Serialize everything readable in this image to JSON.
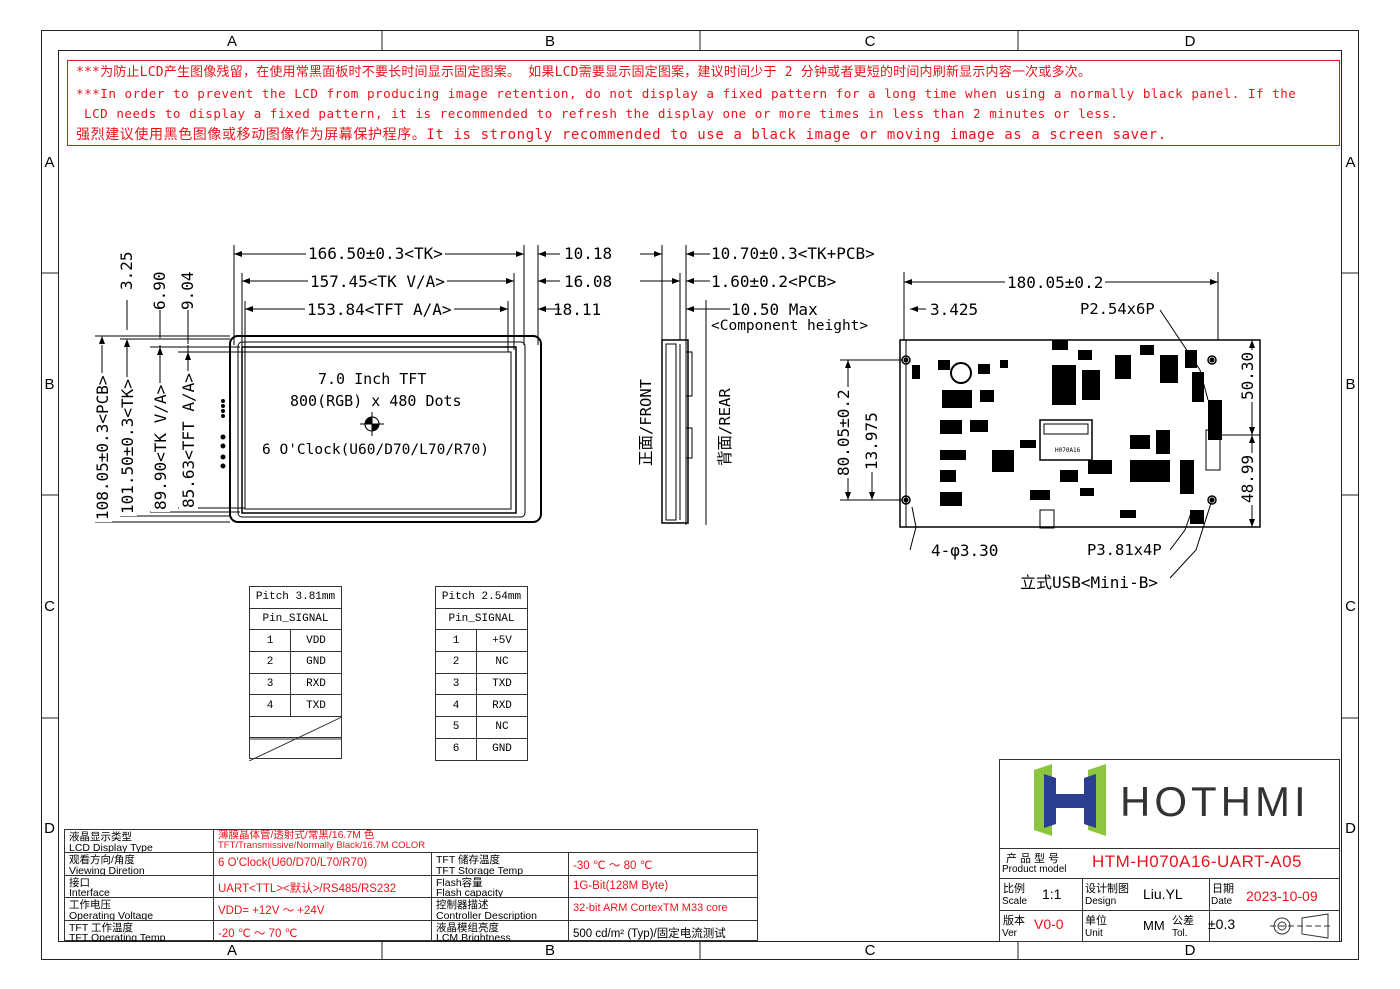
{
  "zones": {
    "columns": [
      "A",
      "B",
      "C",
      "D"
    ],
    "rows": [
      "A",
      "B",
      "C",
      "D"
    ]
  },
  "warning": {
    "line1": "***为防止LCD产生图像残留，在使用常黑面板时不要长时间显示固定图案。 如果LCD需要显示固定图案，建议时间少于 2 分钟或者更短的时间内刷新显示内容一次或多次。",
    "line2": "***In order to prevent the LCD from producing image retention, do not display a fixed pattern for a long time when using a normally black panel. If the",
    "line3": "LCD needs to display a fixed pattern, it is recommended to refresh the display one or more times in less than 2 minutes or less.",
    "line4": "强烈建议使用黑色图像或移动图像作为屏幕保护程序。It is strongly recommended to use a black image or moving image as a screen saver."
  },
  "front_view": {
    "dim_tk": "166.50±0.3<TK>",
    "dim_tk_va": "157.45<TK V/A>",
    "dim_tft_aa": "153.84<TFT A/A>",
    "dim_r1": "10.18",
    "dim_r2": "16.08",
    "dim_r3": "18.11",
    "dim_v1": "3.25",
    "dim_v2": "6.90",
    "dim_v3": "9.04",
    "dim_pcb": "108.05±0.3<PCB>",
    "dim_tk_h": "101.50±0.3<TK>",
    "dim_tk_va_h": "89.90<TK V/A>",
    "dim_tft_aa_h": "85.63<TFT A/A>",
    "screen_line1": "7.0 Inch TFT",
    "screen_line2": "800(RGB) x 480 Dots",
    "screen_line3": "6 O'Clock(U60/D70/L70/R70)"
  },
  "side_view": {
    "dim1": "10.70±0.3<TK+PCB>",
    "dim2": "1.60±0.2<PCB>",
    "dim3": "10.50 Max",
    "dim3b": "<Component height>",
    "front_label": "正面/FRONT",
    "rear_label": "背面/REAR"
  },
  "rear_view": {
    "dim_w": "180.05±0.2",
    "dim_offset": "3.425",
    "conn1": "P2.54x6P",
    "dim_h": "80.05±0.2",
    "dim_h2": "13.975",
    "dim_r1": "50.30",
    "dim_r2": "48.99",
    "holes": "4-φ3.30",
    "conn2": "P3.81x4P",
    "usb": "立式USB<Mini-B>",
    "chip_label": "H070A16"
  },
  "pin_table_1": {
    "header1": "Pitch 3.81mm",
    "header2": "Pin_SIGNAL",
    "rows": [
      [
        "1",
        "VDD"
      ],
      [
        "2",
        "GND"
      ],
      [
        "3",
        "RXD"
      ],
      [
        "4",
        "TXD"
      ]
    ]
  },
  "pin_table_2": {
    "header1": "Pitch 2.54mm",
    "header2": "Pin_SIGNAL",
    "rows": [
      [
        "1",
        "+5V"
      ],
      [
        "2",
        "NC"
      ],
      [
        "3",
        "TXD"
      ],
      [
        "4",
        "RXD"
      ],
      [
        "5",
        "NC"
      ],
      [
        "6",
        "GND"
      ]
    ]
  },
  "info": {
    "r1_cn": "液晶显示类型",
    "r1_en": "LCD Display Type",
    "r1_val1": "薄膜晶体管/透射式/常黑/16.7M 色",
    "r1_val2": "TFT/Transmissive/Normally Black/16.7M COLOR",
    "r2_cn": "观看方向/角度",
    "r2_en": "Viewing Diretion",
    "r2_val": "6 O'Clock(U60/D70/L70/R70)",
    "r2b_cn": "TFT 储存温度",
    "r2b_en": "TFT Storage Temp",
    "r2b_val": "-30 ℃ ～ 80 ℃",
    "r3_cn": "接口",
    "r3_en": "Interface",
    "r3_val": "UART<TTL><默认>/RS485/RS232",
    "r3b_cn": "Flash容量",
    "r3b_en": "Flash capacity",
    "r3b_val": "1G-Bit(128M Byte)",
    "r4_cn": "工作电压",
    "r4_en": "Operating Voltage",
    "r4_val": "VDD= +12V ～ +24V",
    "r4b_cn": "控制器描述",
    "r4b_en": "Controller Description",
    "r4b_val": "32-bit ARM CortexTM M33 core",
    "r5_cn": "TFT 工作温度",
    "r5_en": "TFT Operating Temp",
    "r5_val": "-20 ℃ ～ 70 ℃",
    "r5b_cn": "液晶模组亮度",
    "r5b_en": "LCM Brightness",
    "r5b_val": "500 cd/m² (Typ)/固定电流测试"
  },
  "title_block": {
    "brand": "HOTHMI",
    "model_cn": "产 品 型 号",
    "model_en": "Product model",
    "model_val": "HTM-H070A16-UART-A05",
    "scale_cn": "比例",
    "scale_en": "Scale",
    "scale_val": "1:1",
    "design_cn": "设计制图",
    "design_en": "Design",
    "design_val": "Liu.YL",
    "date_cn": "日期",
    "date_en": "Date",
    "date_val": "2023-10-09",
    "ver_cn": "版本",
    "ver_en": "Ver",
    "ver_val": "V0-0",
    "unit_cn": "单位",
    "unit_en": "Unit",
    "unit_val": "MM",
    "tol_cn": "公差",
    "tol_en": "Tol.",
    "tol_val": "±0.3"
  },
  "colors": {
    "red": "#e8141b",
    "logo_green": "#8cc63f",
    "logo_blue": "#2c3e8f"
  }
}
